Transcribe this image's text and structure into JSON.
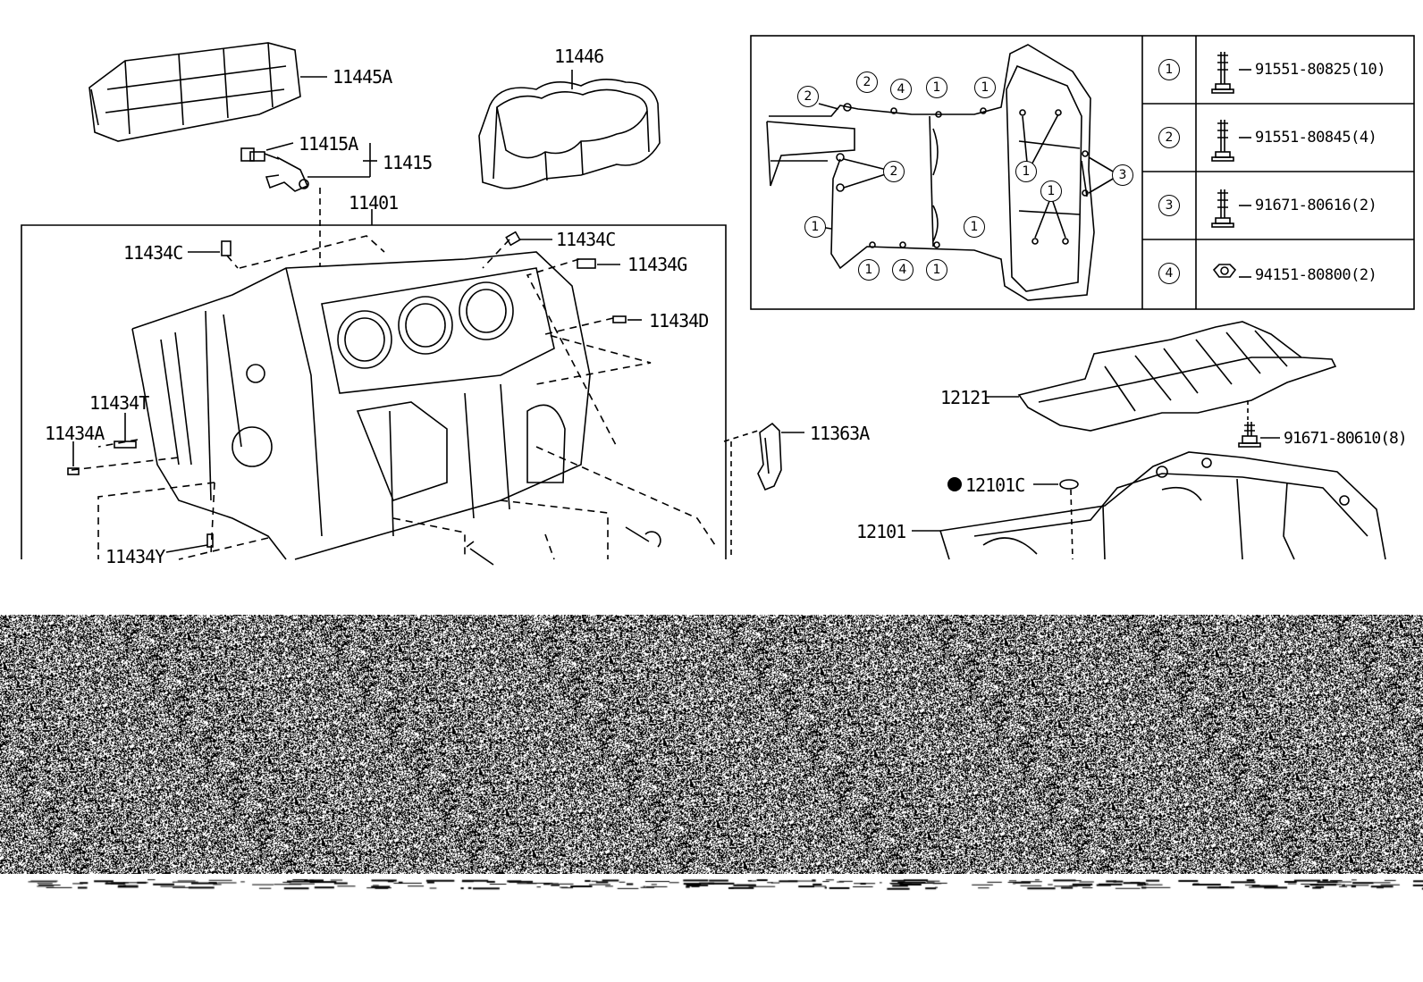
{
  "diagram": {
    "labels": {
      "p11445A": "11445A",
      "p11446": "11446",
      "p11415A": "11415A",
      "p11415": "11415",
      "p11401": "11401",
      "p11434C_left": "11434C",
      "p11434C_right": "11434C",
      "p11434G": "11434G",
      "p11434D": "11434D",
      "p11434T": "11434T",
      "p11434A": "11434A",
      "p11434Y": "11434Y",
      "p11363A": "11363A",
      "p12121": "12121",
      "p91671_80610": "91671-80610(8)",
      "p12101C": "12101C",
      "p12101": "12101"
    },
    "callout_numbers": [
      "1",
      "2",
      "3",
      "4"
    ],
    "fastener_table": [
      {
        "ref": "1",
        "code": "91551-80825(10)",
        "icon": "flange-bolt-icon"
      },
      {
        "ref": "2",
        "code": "91551-80845(4)",
        "icon": "flange-bolt-icon"
      },
      {
        "ref": "3",
        "code": "91671-80616(2)",
        "icon": "flange-bolt-icon"
      },
      {
        "ref": "4",
        "code": "94151-80800(2)",
        "icon": "flange-nut-icon"
      }
    ]
  }
}
